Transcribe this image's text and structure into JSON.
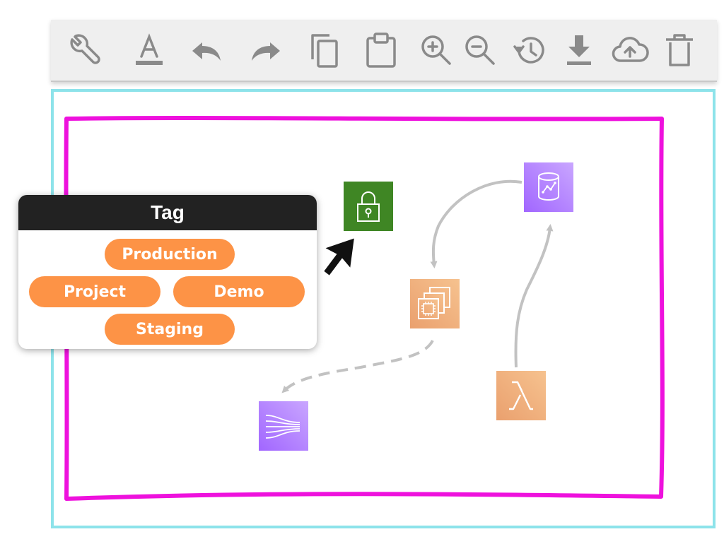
{
  "toolbar": {
    "items": [
      {
        "name": "wrench-icon",
        "label": "Settings"
      },
      {
        "name": "text-color-icon",
        "label": "Text color"
      },
      {
        "name": "undo-icon",
        "label": "Undo"
      },
      {
        "name": "redo-icon",
        "label": "Redo"
      },
      {
        "name": "copy-icon",
        "label": "Copy"
      },
      {
        "name": "paste-icon",
        "label": "Paste"
      },
      {
        "name": "zoom-in-icon",
        "label": "Zoom in"
      },
      {
        "name": "zoom-out-icon",
        "label": "Zoom out"
      },
      {
        "name": "history-icon",
        "label": "History"
      },
      {
        "name": "download-icon",
        "label": "Download"
      },
      {
        "name": "cloud-upload-icon",
        "label": "Upload"
      },
      {
        "name": "trash-icon",
        "label": "Delete"
      }
    ]
  },
  "tag_popup": {
    "title": "Tag",
    "tags": [
      "Production",
      "Project",
      "Demo",
      "Staging"
    ],
    "tag_color": "#fd9346"
  },
  "colors": {
    "frame_outer": "#8de3ea",
    "group_border": "#ee11dd",
    "connector": "#c2c2c2",
    "security_icon": "#3f8624",
    "database_icon": "#a166ff",
    "compute_icon": "#f58536",
    "analytics_icon": "#8c4fff"
  },
  "nodes": [
    {
      "name": "security-lock-icon",
      "kind": "security"
    },
    {
      "name": "database-icon",
      "kind": "database"
    },
    {
      "name": "compute-icon",
      "kind": "compute"
    },
    {
      "name": "lambda-icon",
      "kind": "lambda"
    },
    {
      "name": "stream-icon",
      "kind": "stream"
    }
  ]
}
